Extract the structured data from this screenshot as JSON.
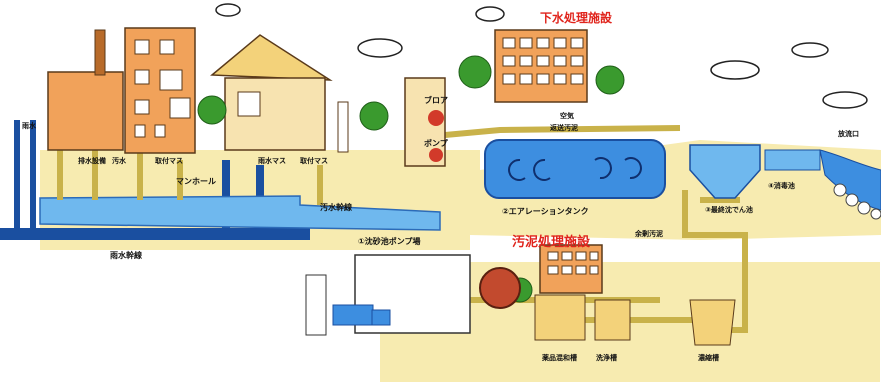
{
  "titles": {
    "sewage_plant": "下水処理施設",
    "sludge_plant": "汚泥処理施設"
  },
  "labels": {
    "storm_drain": "雨水幹線",
    "sewer_main": "汚水幹線",
    "manhole": "マンホール",
    "house_drain_1": "取付マス",
    "house_drain_2": "取付マス",
    "rain_basin": "雨水マス",
    "grit_pump": "①沈砂池ポンプ場",
    "aeration_tank": "②エアレーションタンク",
    "final_sed": "③最終沈でん池",
    "disinfection": "④消毒池",
    "discharge": "放流口",
    "blower": "ブロア",
    "pump": "ポンプ",
    "return_sludge": "返送汚泥",
    "air": "空気",
    "excess_sludge": "余剰汚泥",
    "thickener": "濃縮槽",
    "digester": "薬品混和槽",
    "wash_tank": "洗浄槽",
    "outfall_left": "雨水",
    "pipe_a": "排水設備",
    "pipe_b": "汚水"
  },
  "colors": {
    "ground": "#f7ebb0",
    "water": "#3d8ee0",
    "water_dark": "#1a4fa0",
    "pipe": "#c9b24a",
    "building": "#f1a25a",
    "title": "#e0241c"
  }
}
